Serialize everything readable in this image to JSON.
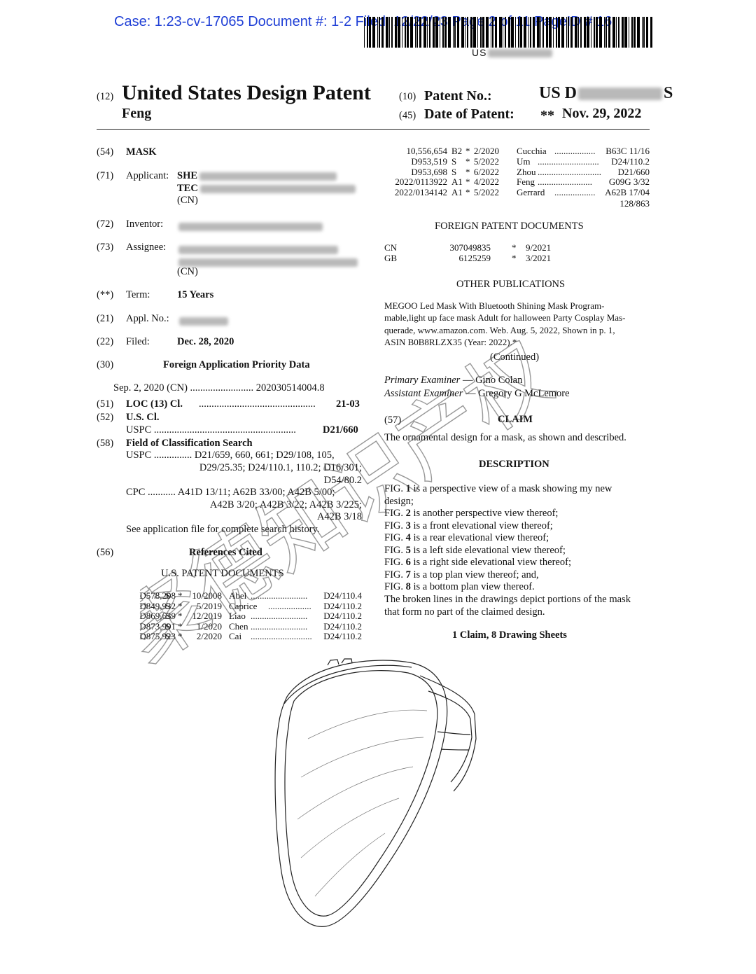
{
  "header": {
    "case_line": "Case: 1:23-cv-17065 Document #: 1-2 Filed: 12/22/23 Page 2 of 11 PageID #:16",
    "barcode_prefix": "US"
  },
  "title_block": {
    "code12": "(12)",
    "title": "United States Design Patent",
    "inventor_surname": "Feng",
    "code10": "(10)",
    "patent_no_label": "Patent No.:",
    "patent_no_prefix": "US D",
    "patent_no_suffix": "S",
    "code45": "(45)",
    "date_label": "Date of Patent:",
    "date_marker": "**",
    "date_value": "Nov. 29, 2022"
  },
  "left": {
    "f54_code": "(54)",
    "f54_text": "MASK",
    "f71_code": "(71)",
    "f71_label": "Applicant:",
    "f71_line1": "SHE",
    "f71_line2": "TEC",
    "f71_line3": "(CN)",
    "f72_code": "(72)",
    "f72_label": "Inventor:",
    "f73_code": "(73)",
    "f73_label": "Assignee:",
    "f73_line3": "(CN)",
    "term_code": "(**)",
    "term_label": "Term:",
    "term_value": "15 Years",
    "f21_code": "(21)",
    "f21_label": "Appl. No.:",
    "f22_code": "(22)",
    "f22_label": "Filed:",
    "f22_value": "Dec. 28, 2020",
    "f30_code": "(30)",
    "f30_heading": "Foreign Application Priority Data",
    "priority_line": "Sep. 2, 2020    (CN) ......................... 202030514004.8",
    "f51_code": "(51)",
    "f51_label": "LOC (13) Cl.",
    "f51_dots": "..............................................",
    "f51_value": "21-03",
    "f52_code": "(52)",
    "f52_label": "U.S. Cl.",
    "uspc_line": "USPC ........................................................",
    "uspc_value": "D21/660",
    "f58_code": "(58)",
    "f58_heading": "Field of Classification Search",
    "search_l1": "USPC ............... D21/659, 660, 661; D29/108, 105,",
    "search_l2": "D29/25.35; D24/110.1, 110.2; D16/301;",
    "search_l3": "D54/80.2",
    "search_l4": "CPC ........... A41D 13/11; A62B 33/00; A42B 5/00;",
    "search_l5": "A42B 3/20; A42B 3/22; A42B 3/225;",
    "search_l6": "A42B 3/18",
    "search_l7": "See application file for complete search history.",
    "f56_code": "(56)",
    "f56_heading": "References Cited",
    "us_docs_heading": "U.S. PATENT DOCUMENTS",
    "us_docs": [
      {
        "num": "D578,208",
        "kind": "S",
        "star": "*",
        "date": "10/2008",
        "name": "Abel",
        "dots": ".........................",
        "cls": "D24/110.4"
      },
      {
        "num": "D849,932",
        "kind": "S",
        "star": "*",
        "date": "5/2019",
        "name": "Caprice",
        "dots": "...................",
        "cls": "D24/110.2"
      },
      {
        "num": "D869,639",
        "kind": "S",
        "star": "*",
        "date": "12/2019",
        "name": "Liao",
        "dots": ".........................",
        "cls": "D24/110.2"
      },
      {
        "num": "D873,991",
        "kind": "S",
        "star": "*",
        "date": "1/2020",
        "name": "Chen",
        "dots": ".........................",
        "cls": "D24/110.2"
      },
      {
        "num": "D875,923",
        "kind": "S",
        "star": "*",
        "date": "2/2020",
        "name": "Cai",
        "dots": "...........................",
        "cls": "D24/110.2"
      }
    ]
  },
  "right": {
    "refs": [
      {
        "num": "10,556,654",
        "kind": "B2",
        "star": "*",
        "date": "2/2020",
        "name": "Cucchia",
        "dots": "..................",
        "cls": "B63C 11/16"
      },
      {
        "num": "D953,519",
        "kind": "S",
        "star": "*",
        "date": "5/2022",
        "name": "Um",
        "dots": "...........................",
        "cls": "D24/110.2"
      },
      {
        "num": "D953,698",
        "kind": "S",
        "star": "*",
        "date": "6/2022",
        "name": "Zhou",
        "dots": "............................",
        "cls": "D21/660"
      },
      {
        "num": "2022/0113922",
        "kind": "A1",
        "star": "*",
        "date": "4/2022",
        "name": "Feng",
        "dots": "........................",
        "cls": "G09G 3/32"
      },
      {
        "num": "2022/0134142",
        "kind": "A1",
        "star": "*",
        "date": "5/2022",
        "name": "Gerrard",
        "dots": "..................",
        "cls": "A62B 17/04"
      }
    ],
    "refs_cont": "128/863",
    "foreign_heading": "FOREIGN PATENT DOCUMENTS",
    "foreign": [
      {
        "country": "CN",
        "num": "307049835",
        "star": "*",
        "date": "9/2021"
      },
      {
        "country": "GB",
        "num": "6125259",
        "star": "*",
        "date": "3/2021"
      }
    ],
    "other_heading": "OTHER PUBLICATIONS",
    "pub_l1": "MEGOO Led Mask With Bluetooth Shining Mask Program-",
    "pub_l2": "mable,light up face mask Adult for halloween Party Cosplay Mas-",
    "pub_l3": "querade, www.amazon.com. Web. Aug. 5, 2022, Shown in p. 1,",
    "pub_l4": "ASIN B0B8RLZX35 (Year: 2022).*",
    "continued": "(Continued)",
    "primary_label": "Primary Examiner",
    "primary_value": "— Gino Colan",
    "assistant_label": "Assistant Examiner",
    "assistant_value": "— Gregory G McLemore",
    "f57_code": "(57)",
    "claim_heading": "CLAIM",
    "claim_text": "The ornamental design for a mask, as shown and described.",
    "desc_heading": "DESCRIPTION",
    "figs": [
      {
        "pre": "FIG. ",
        "n": "1",
        "post": " is a perspective view of a mask showing my new"
      },
      {
        "pre": "",
        "n": "",
        "post": "design;"
      },
      {
        "pre": "FIG. ",
        "n": "2",
        "post": " is another perspective view thereof;"
      },
      {
        "pre": "FIG. ",
        "n": "3",
        "post": " is a front elevational view thereof;"
      },
      {
        "pre": "FIG. ",
        "n": "4",
        "post": " is a rear elevational view thereof;"
      },
      {
        "pre": "FIG. ",
        "n": "5",
        "post": " is a left side elevational view thereof;"
      },
      {
        "pre": "FIG. ",
        "n": "6",
        "post": " is a right side elevational view thereof;"
      },
      {
        "pre": "FIG. ",
        "n": "7",
        "post": " is a top plan view thereof; and,"
      },
      {
        "pre": "FIG. ",
        "n": "8",
        "post": " is a bottom plan view thereof."
      }
    ],
    "broken_l1": "The broken lines in the drawings depict portions of the mask",
    "broken_l2": "that form no part of the claimed design.",
    "claims_count": "1 Claim, 8 Drawing Sheets"
  },
  "watermark": "聚德知识产权"
}
